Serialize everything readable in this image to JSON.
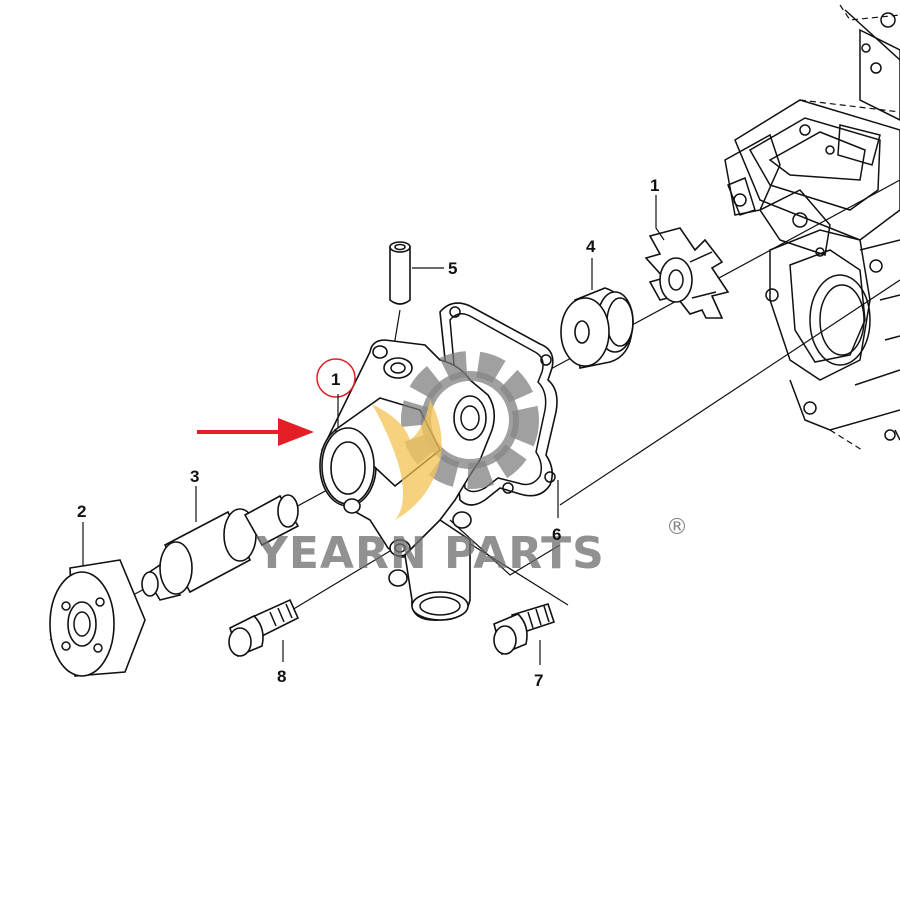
{
  "callouts": [
    {
      "id": "impeller",
      "label": "1"
    },
    {
      "id": "pulley-flange",
      "label": "2"
    },
    {
      "id": "shaft-bearing",
      "label": "3"
    },
    {
      "id": "seal",
      "label": "4"
    },
    {
      "id": "dowel-pin",
      "label": "5"
    },
    {
      "id": "gasket",
      "label": "6"
    },
    {
      "id": "bolt-right",
      "label": "7"
    },
    {
      "id": "bolt-left",
      "label": "8"
    },
    {
      "id": "pump-body",
      "label": "1"
    }
  ],
  "watermark": {
    "text": "YEARN PARTS",
    "registered": "®",
    "gear_color": "#7a7a7a",
    "flame_color": "#f2c14e"
  },
  "colors": {
    "line": "#111111",
    "arrow": "#e31e24",
    "highlight_circle": "#e31e24"
  }
}
